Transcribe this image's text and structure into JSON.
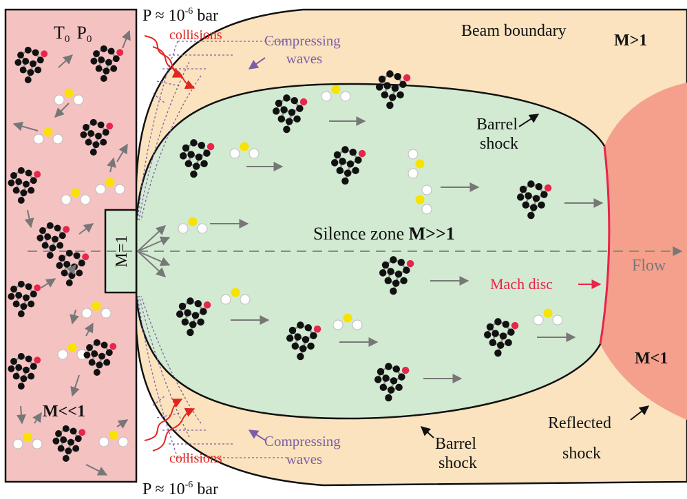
{
  "labels": {
    "t0": "T",
    "t0_sub": "0",
    "p0": "P",
    "p0_sub": "0",
    "p_top_base": "P ≈ 10",
    "p_top_exp": "-6",
    "p_top_unit": " bar",
    "p_bottom_base": "P ≈ 10",
    "p_bottom_exp": "-6",
    "p_bottom_unit": " bar",
    "collisions_top": "collisions",
    "collisions_bottom": "collisions",
    "compressing_top_1": "Compressing",
    "compressing_top_2": "waves",
    "compressing_bottom_1": "Compressing",
    "compressing_bottom_2": "waves",
    "beam_boundary": "Beam boundary",
    "m_gt_1": "M>1",
    "barrel_top_1": "Barrel",
    "barrel_top_2": "shock",
    "barrel_bottom_1": "Barrel",
    "barrel_bottom_2": "shock",
    "silence_zone": "Silence zone ",
    "silence_m": "M>>1",
    "flow": "Flow",
    "mach_disc": "Mach disc",
    "m_lt_1": "M<1",
    "reflected_1": "Reflected",
    "reflected_2": "shock",
    "m_ll_1": "M<<1",
    "nozzle": "M=1"
  },
  "colors": {
    "reservoir": "#f5c2c2",
    "beam_region": "#fbe3bf",
    "silence_zone": "#d2ead2",
    "subsonic_region": "#f4a08c",
    "mach_disc": "#e8254a",
    "collisions": "#e0261e",
    "compressing_waves": "#7b5ea7",
    "arrow_gray": "#777777",
    "atom_black": "#111111",
    "atom_red": "#e8254a",
    "atom_yellow": "#f7e200"
  }
}
